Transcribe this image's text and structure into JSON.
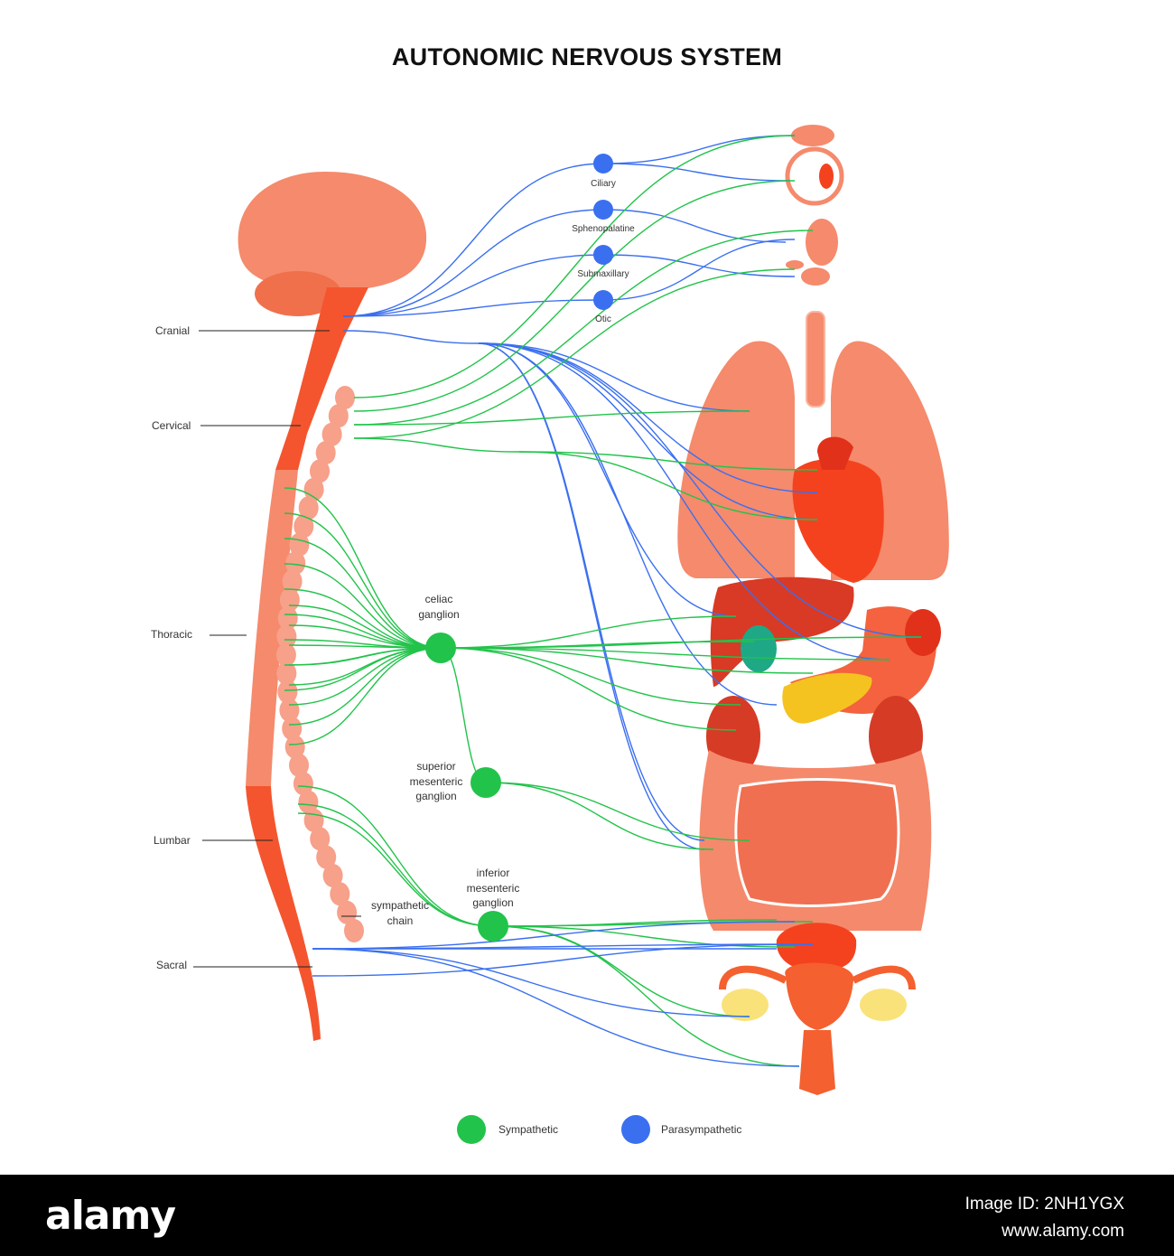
{
  "title": "AUTONOMIC NERVOUS SYSTEM",
  "spine_regions": [
    "Cranial",
    "Cervical",
    "Thoracic",
    "Lumbar",
    "Sacral"
  ],
  "sympathetic_chain_label": [
    "sympathetic",
    "chain"
  ],
  "head_ganglia": [
    "Ciliary",
    "Sphenopalatine",
    "Submaxillary",
    "Otic"
  ],
  "ganglia": {
    "celiac": [
      "celiac",
      "ganglion"
    ],
    "superior_mesenteric": [
      "superior",
      "mesenteric",
      "ganglion"
    ],
    "inferior_mesenteric": [
      "inferior",
      "mesenteric",
      "ganglion"
    ]
  },
  "legend": {
    "sympathetic": "Sympathetic",
    "parasympathetic": "Parasympathetic"
  },
  "colors": {
    "sympathetic": "#22c34a",
    "parasympathetic": "#3a6ff0",
    "organ_light": "#f58a6c",
    "organ_dark": "#e34025"
  },
  "watermark": {
    "brand": "alamy",
    "image_id": "Image ID: 2NH1YGX",
    "site": "www.alamy.com"
  }
}
